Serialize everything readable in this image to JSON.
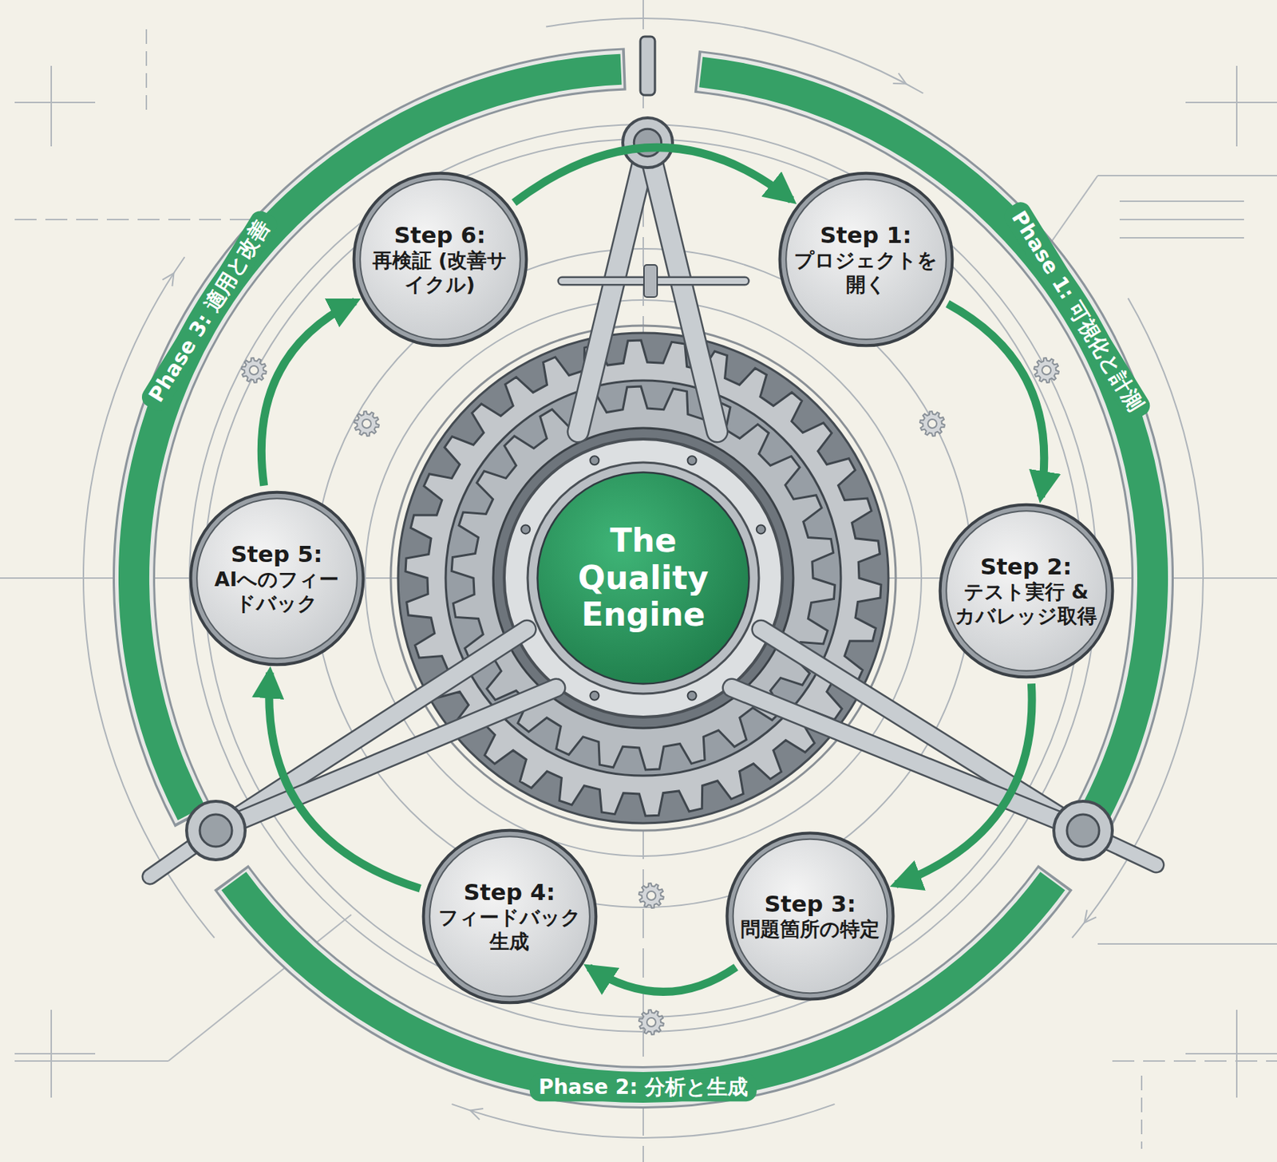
{
  "diagram": {
    "nodes": [
      {
        "text": [
          "The Quality Engine"
        ]
      },
      {
        "text": [
          "Step 1:",
          "プロジェクトを開く"
        ]
      },
      {
        "text": [
          "Step 2:",
          "テスト実行 & カバレッジ取得"
        ]
      },
      {
        "text": [
          "Step 3:",
          "問題箇所の特定"
        ]
      },
      {
        "text": [
          "Step 4:",
          "フィードバック生成"
        ]
      },
      {
        "text": [
          "Step 5:",
          "AIへのフィードバック"
        ]
      },
      {
        "text": [
          "Step 6:",
          "再検証 (改善サイクル)"
        ]
      }
    ],
    "edges": [
      {
        "from": 1,
        "to": 2,
        "arrow": "to"
      },
      {
        "from": 2,
        "to": 3,
        "arrow": "to"
      },
      {
        "from": 3,
        "to": 4,
        "arrow": "to"
      },
      {
        "from": 4,
        "to": 5,
        "arrow": "to"
      },
      {
        "from": 5,
        "to": 6,
        "arrow": "to"
      },
      {
        "from": 6,
        "to": 1,
        "arrow": "to"
      }
    ],
    "labels": [
      "Phase 1: 可視化と計測",
      "Phase 2: 分析と生成",
      "Phase 3: 適用と改善"
    ]
  }
}
